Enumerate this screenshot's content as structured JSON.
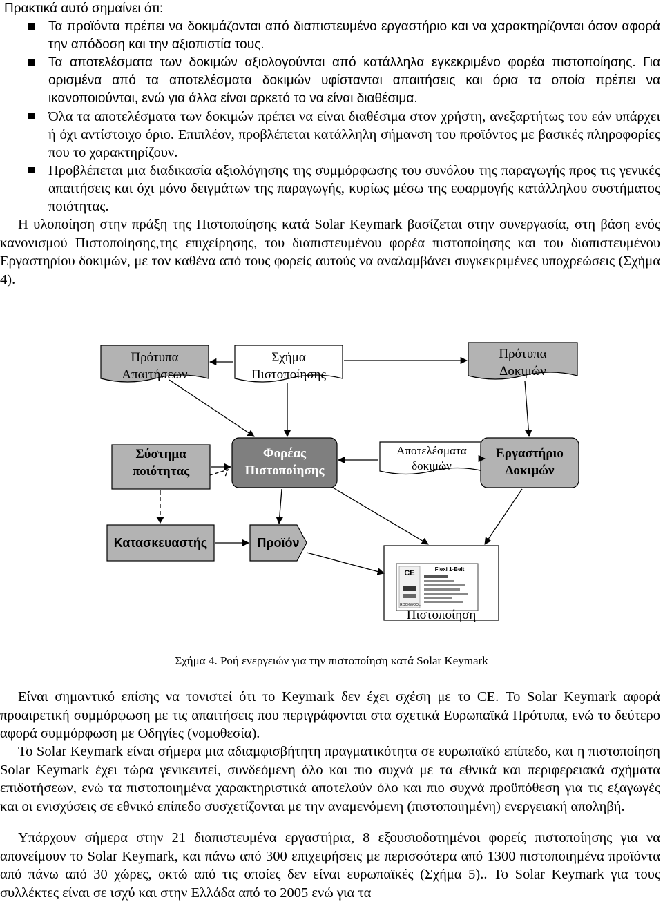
{
  "intro": "Πρακτικά αυτό σημαίνει ότι:",
  "bullets": [
    "Τα προϊόντα πρέπει να δοκιμάζονται από διαπιστευμένο εργαστήριο και να χαρακτηρίζονται όσον αφορά την απόδοση και την αξιοπιστία τους.",
    "Τα αποτελέσματα των δοκιμών αξιολογούνται από κατάλληλα εγκεκριμένο φορέα πιστοποίησης. Για ορισμένα από τα αποτελέσματα δοκιμών υφίστανται απαιτήσεις και όρια τα οποία πρέπει να ικανοποιούνται, ενώ για άλλα είναι αρκετό το να είναι διαθέσιμα.",
    "Όλα τα αποτελέσματα των δοκιμών πρέπει να είναι διαθέσιμα στον χρήστη, ανεξαρτήτως του εάν υπάρχει ή όχι αντίστοιχο όριο. Επιπλέον, προβλέπεται κατάλληλη σήμανση του προϊόντος με βασικές πληροφορίες που το χαρακτηρίζουν.",
    "Προβλέπεται μια διαδικασία αξιολόγησης της συμμόρφωσης του συνόλου της παραγωγής προς τις γενικές απαιτήσεις και όχι μόνο δειγμάτων της παραγωγής, κυρίως μέσω της εφαρμογής κατάλληλου συστήματος ποιότητας."
  ],
  "para1": "Η υλοποίηση στην πράξη της Πιστοποίησης κατά Solar Keymark βασίζεται στην συνεργασία, στη βάση ενός κανονισμού Πιστοποίησης,της επιχείρησης, του διαπιστευμένου φορέα πιστοποίησης και του διαπιστευμένου Εργαστηρίου δοκιμών, με τον καθένα από τους φορείς αυτούς να αναλαμβάνει συγκεκριμένες υποχρεώσεις (Σχήμα 4).",
  "diagram": {
    "req_standards_l1": "Πρότυπα",
    "req_standards_l2": "Απαιτήσεων",
    "cert_scheme_l1": "Σχήμα",
    "cert_scheme_l2": "Πιστοποίησης",
    "test_standards_l1": "Πρότυπα",
    "test_standards_l2": "Δοκιμών",
    "quality_l1": "Σύστημα",
    "quality_l2": "ποιότητας",
    "cert_body_l1": "Φορέας",
    "cert_body_l2": "Πιστοποίησης",
    "test_results_l1": "Αποτελέσματα",
    "test_results_l2": "δοκιμών",
    "lab_l1": "Εργαστήριο",
    "lab_l2": "Δοκιμών",
    "manufacturer": "Κατασκευαστής",
    "product": "Προϊόν",
    "certification": "Πιστοποίηση",
    "label_title": "Flexi 1-Belt",
    "label_ce": "CE",
    "label_brand": "ROCKWOOL"
  },
  "caption": "Σχήμα 4. Ροή ενεργειών για την πιστοποίηση κατά Solar Keymark",
  "para2": "Είναι σημαντικό επίσης να τονιστεί ότι το Keymark δεν έχει σχέση με το CE. Το Solar Keymark αφορά προαιρετική συμμόρφωση με τις απαιτήσεις που περιγράφονται στα σχετικά Ευρωπαϊκά Πρότυπα, ενώ το δεύτερο αφορά συμμόρφωση με Οδηγίες (νομοθεσία).",
  "para3": "Το Solar Keymark είναι σήμερα μια αδιαμφισβήτητη πραγματικότητα σε ευρωπαϊκό επίπεδο, και η πιστοποίηση Solar Keymark έχει τώρα γενικευτεί, συνδεόμενη όλο και πιο συχνά με τα εθνικά και περιφερειακά σχήματα επιδοτήσεων, ενώ τα πιστοποιημένα χαρακτηριστικά αποτελούν όλο και πιο συχνά προϋπόθεση για τις εξαγωγές και οι ενισχύσεις σε εθνικό επίπεδο συσχετίζονται με την αναμενόμενη (πιστοποιημένη) ενεργειακή αποληβή.",
  "para4": "Υπάρχουν σήμερα στην 21 διαπιστευμένα εργαστήρια, 8 εξουσιοδοτημένοι φορείς πιστοποίησης για να απονείμουν το Solar Keymark, και πάνω από 300 επιχειρήσεις με περισσότερα από 1300 πιστοποιημένα προϊόντα από πάνω από 30 χώρες, οκτώ από τις οποίες δεν είναι ευρωπαϊκές (Σχήμα 5).. Το Solar Keymark για τους συλλέκτες είναι σε ισχύ και στην Ελλάδα από το 2005 ενώ για τα"
}
